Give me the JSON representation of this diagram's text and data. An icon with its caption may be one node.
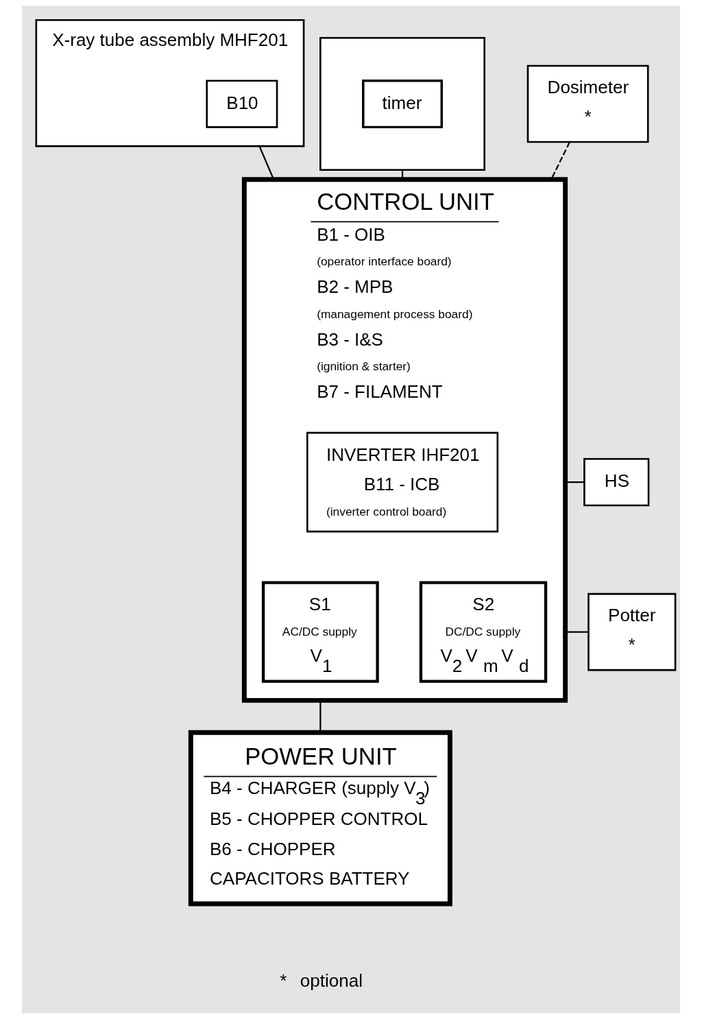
{
  "diagram": {
    "nodes": [
      {
        "text": [
          "X-ray tube assembly MHF201"
        ]
      },
      {
        "text": [
          "B10"
        ],
        "in": 0
      },
      {
        "text": [],
        "shape": "box"
      },
      {
        "text": [
          "timer"
        ],
        "in": 2
      },
      {
        "text": [
          "Dosimeter",
          "*"
        ]
      },
      {
        "text": [
          "CONTROL UNIT",
          "B1 - OIB",
          "(operator interface board)",
          "B2 - MPB",
          "(management process board)",
          "B3 - I&S",
          "(ignition & starter)",
          "B7 - FILAMENT"
        ]
      },
      {
        "text": [
          "INVERTER IHF201",
          "B11 - ICB",
          "(inverter control board)"
        ],
        "in": 5
      },
      {
        "text": [
          "S1",
          "AC/DC supply",
          "V$_{1}$"
        ],
        "in": 5
      },
      {
        "text": [
          "S2",
          "DC/DC supply",
          "V$_{2}$  V$_{m}$  V$_{d}$"
        ],
        "in": 5
      },
      {
        "text": [
          "HS"
        ]
      },
      {
        "text": [
          "Potter",
          "*"
        ]
      },
      {
        "text": [
          "POWER UNIT",
          "B4 - CHARGER (supply V$_{3}$)",
          "B5 - CHOPPER CONTROL",
          "B6 - CHOPPER",
          "CAPACITORS BATTERY"
        ]
      }
    ],
    "edges": [
      {
        "from": 0,
        "to": 5,
        "arrow": "none"
      },
      {
        "from": 2,
        "to": 5,
        "arrow": "none"
      },
      {
        "from": 4,
        "to": 5,
        "arrow": "none",
        "style": "dashed"
      },
      {
        "from": 5,
        "to": 9,
        "arrow": "none"
      },
      {
        "from": 5,
        "to": 10,
        "arrow": "none"
      },
      {
        "from": 5,
        "to": 11,
        "arrow": "none"
      }
    ],
    "labels": [
      "*",
      "optional"
    ]
  }
}
